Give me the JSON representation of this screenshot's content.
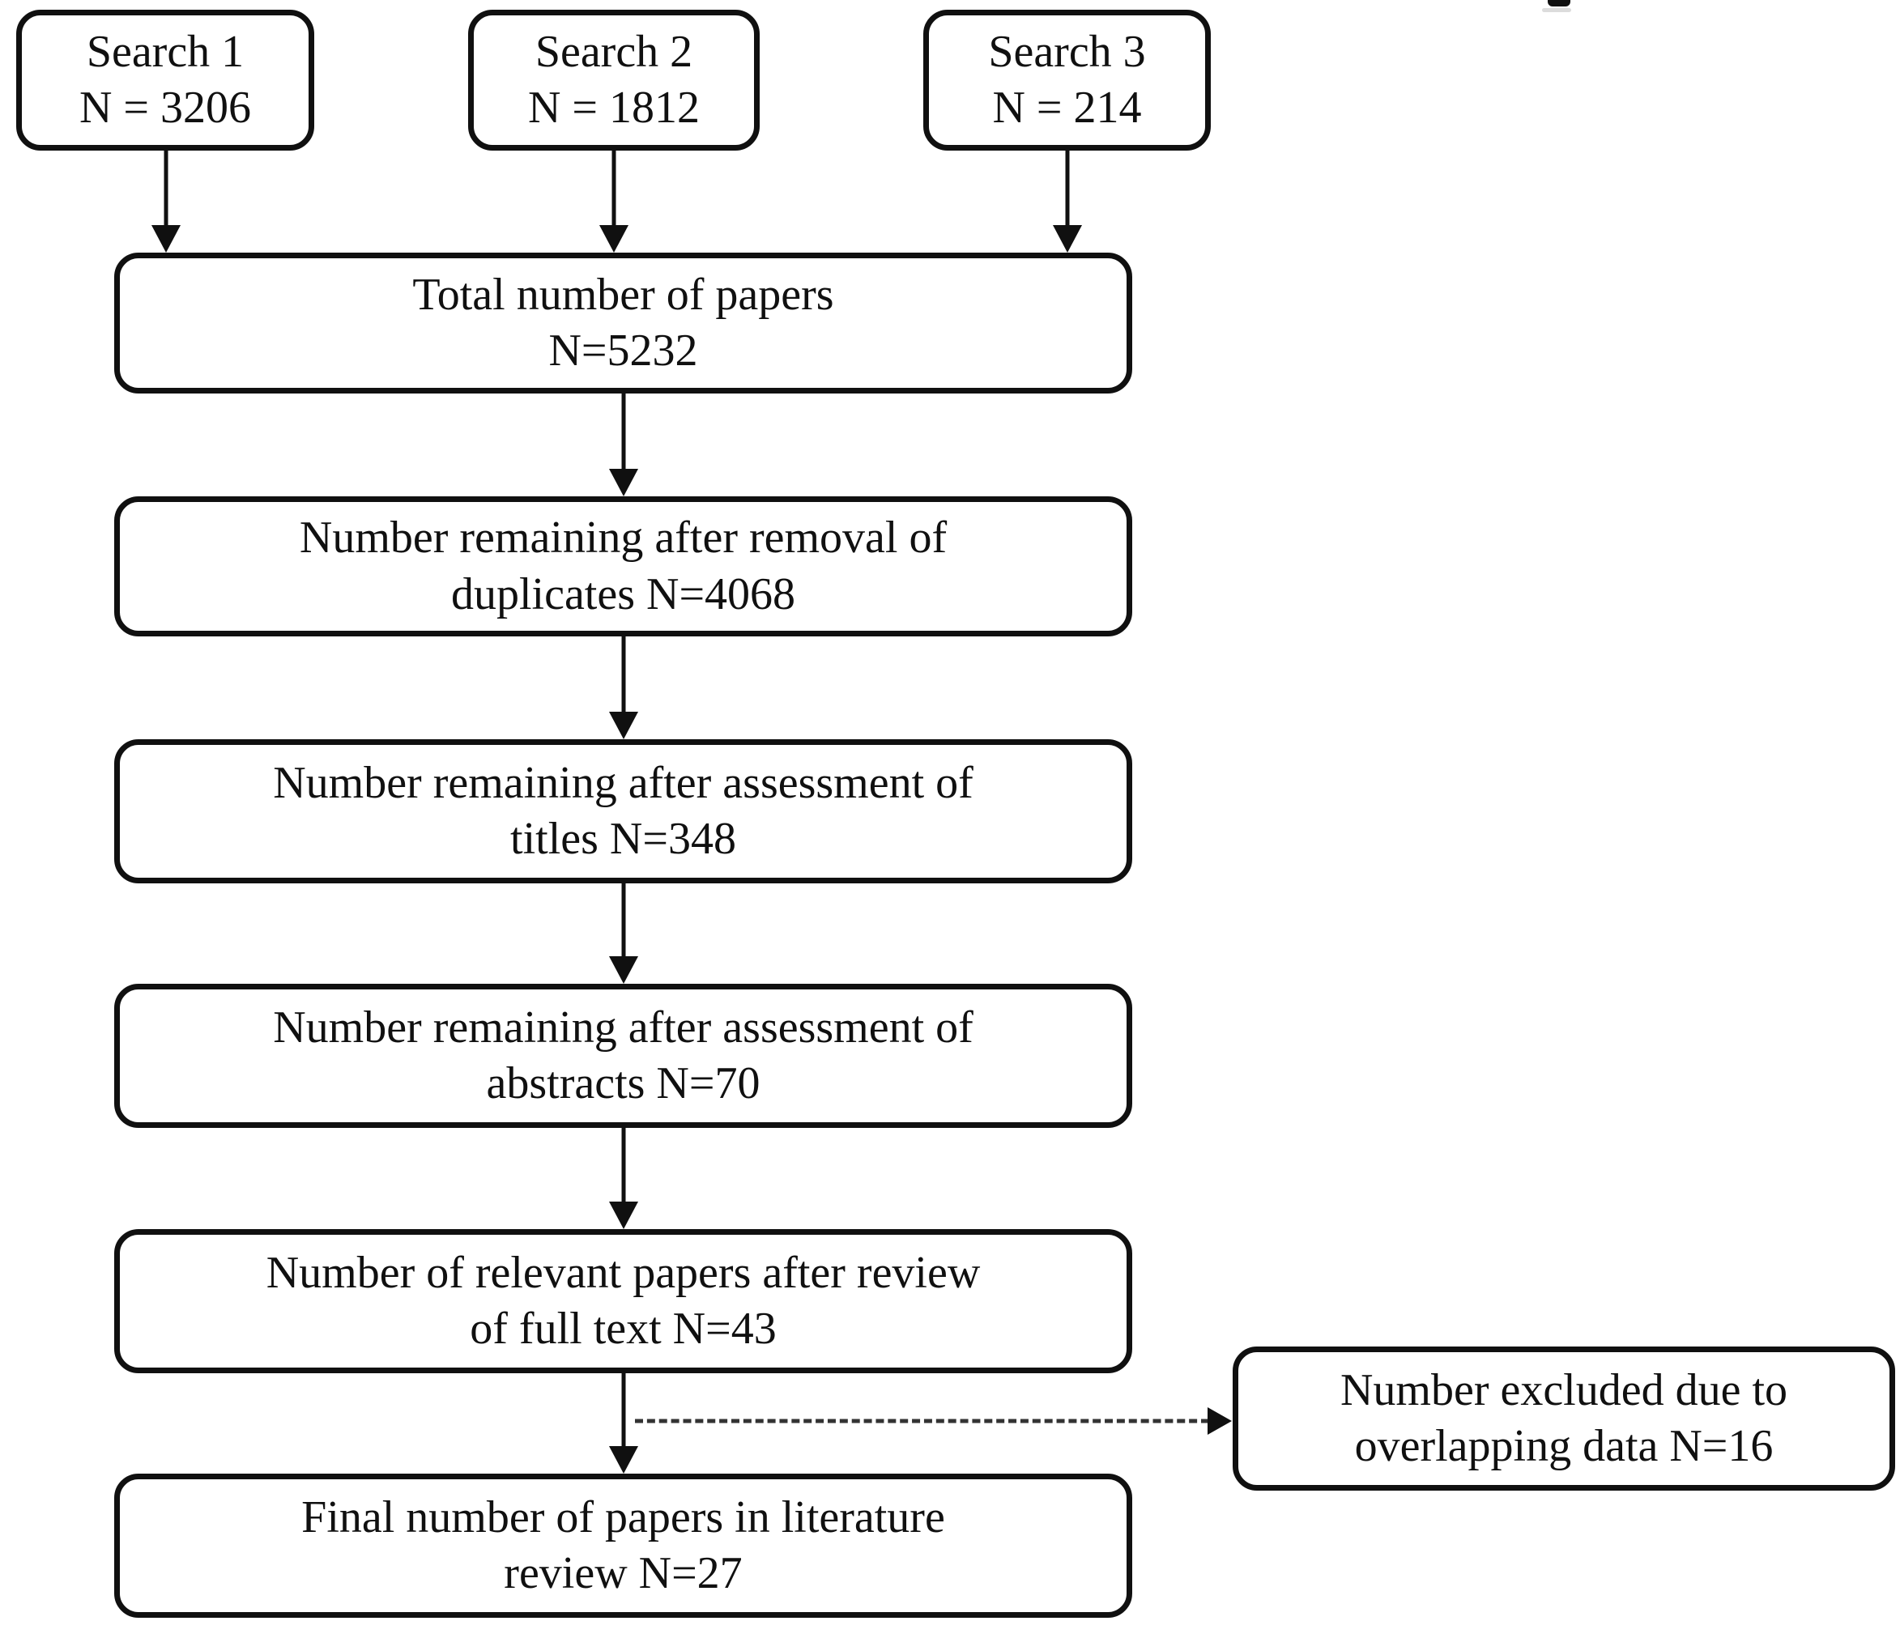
{
  "colors": {
    "ink": "#101010",
    "background": "#ffffff",
    "dashed_line": "#333333"
  },
  "search_boxes": [
    {
      "lines": [
        "Search 1",
        "N = 3206"
      ]
    },
    {
      "lines": [
        "Search 2",
        "N = 1812"
      ]
    },
    {
      "lines": [
        "Search 3",
        "N = 214"
      ]
    }
  ],
  "flow_boxes": [
    {
      "lines": [
        "Total number of papers",
        "N=5232"
      ]
    },
    {
      "lines": [
        "Number remaining after removal of",
        "duplicates N=4068"
      ]
    },
    {
      "lines": [
        "Number remaining after assessment of",
        "titles N=348"
      ]
    },
    {
      "lines": [
        "Number remaining after assessment of",
        "abstracts N=70"
      ]
    },
    {
      "lines": [
        "Number of relevant papers after review",
        "of full text N=43"
      ]
    },
    {
      "lines": [
        "Final number of papers in literature",
        "review N=27"
      ]
    }
  ],
  "exclusion_box": {
    "lines": [
      "Number excluded due to",
      "overlapping data N=16"
    ]
  }
}
